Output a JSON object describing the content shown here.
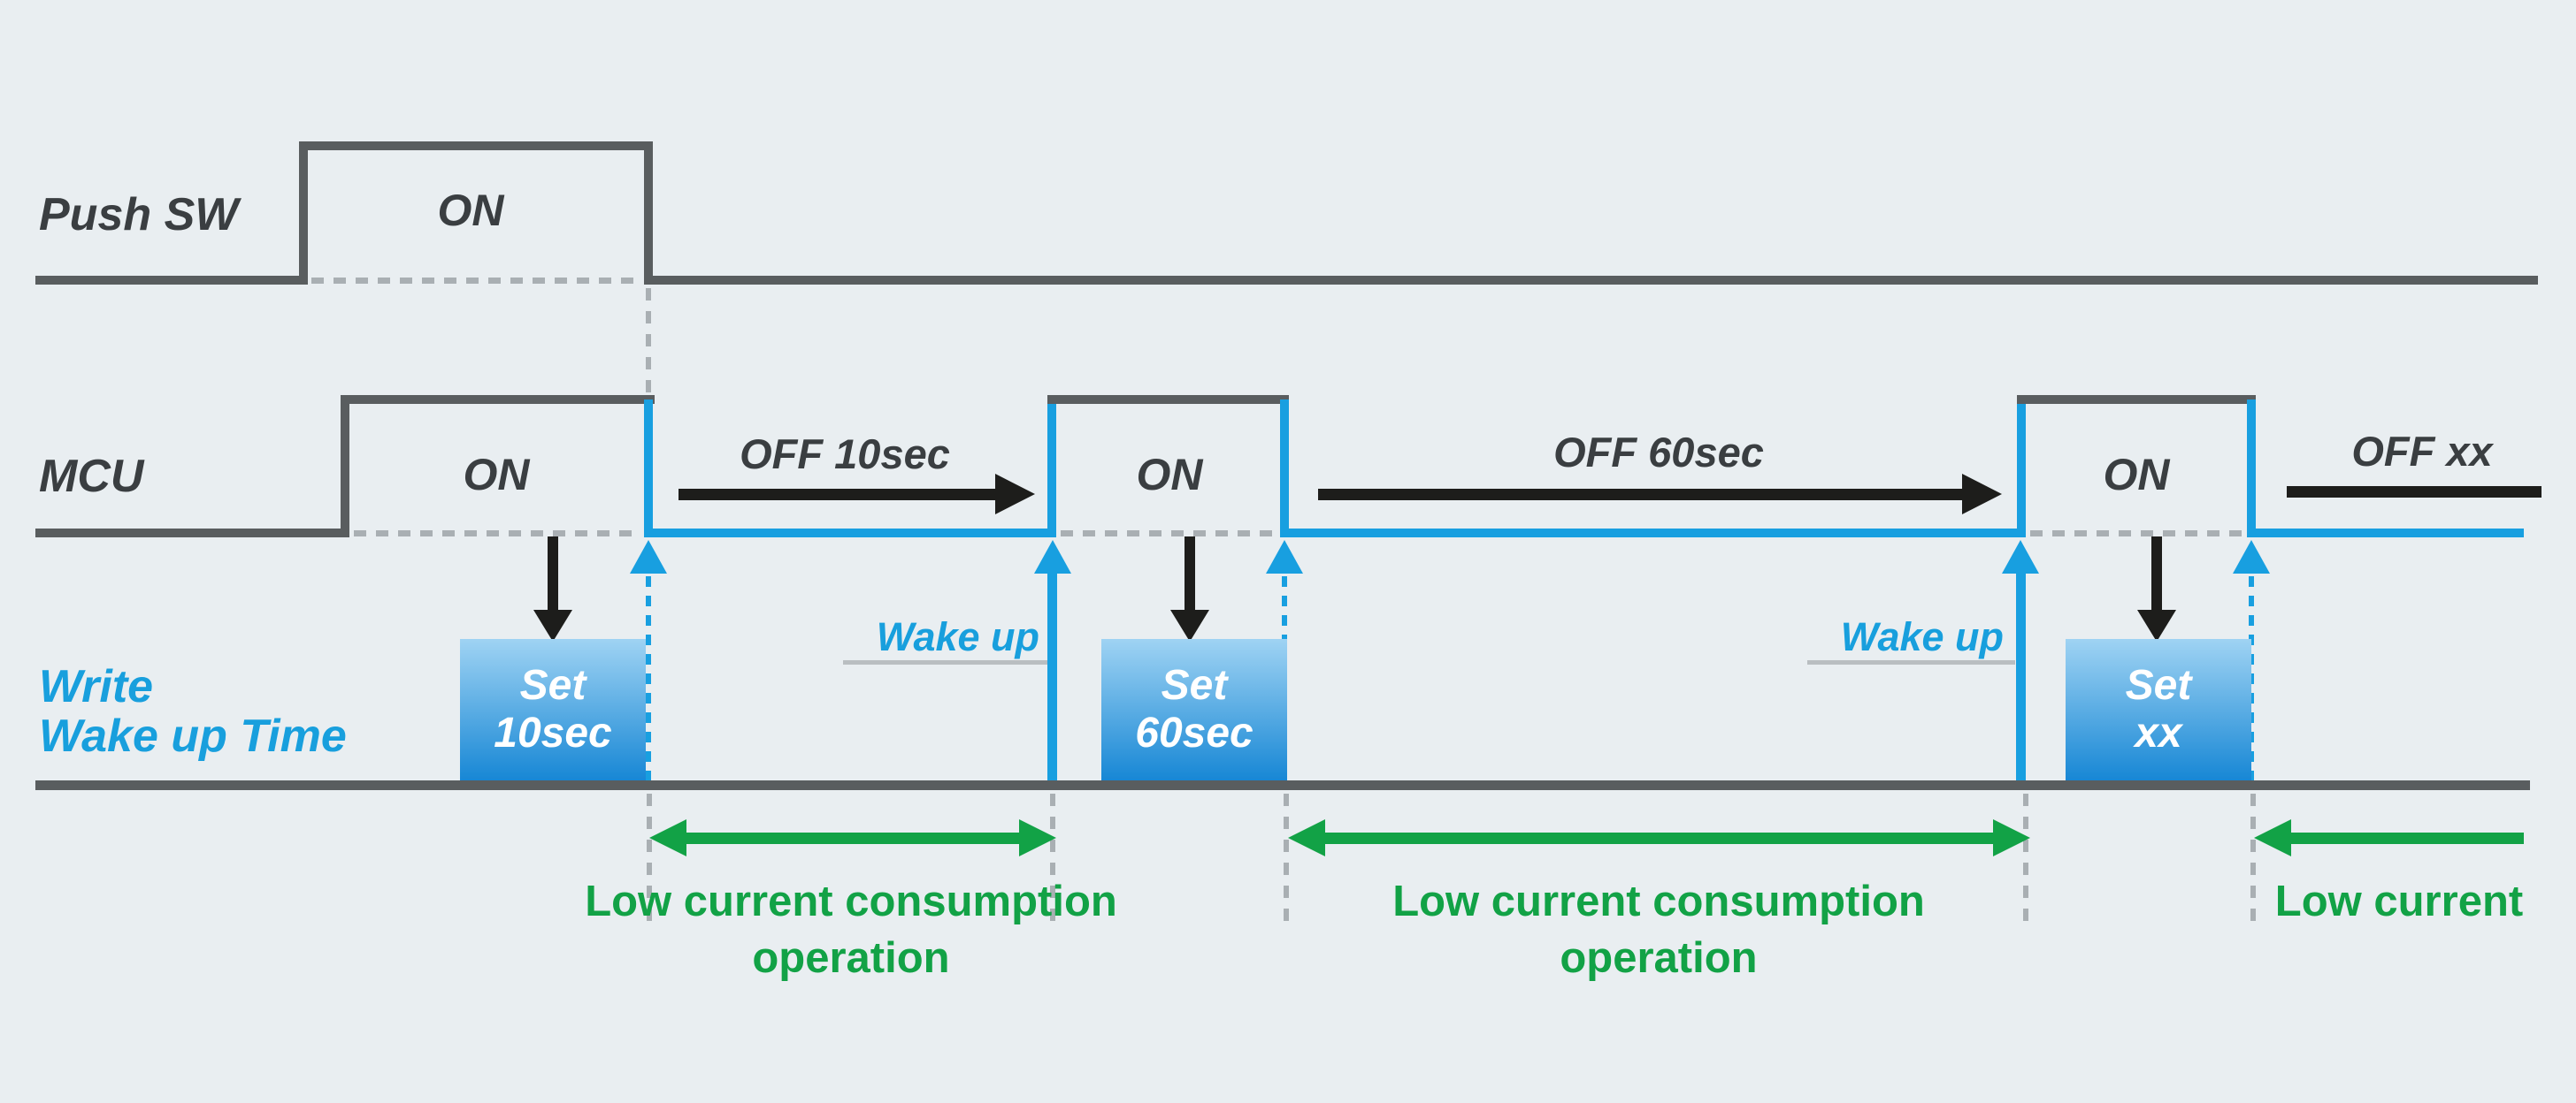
{
  "colors": {
    "background": "#e9eef1",
    "signal_gray": "#595d5f",
    "label_dark": "#3a3e41",
    "blue": "#189fe0",
    "blue_text": "#189fdd",
    "box_top": "#9fd3f3",
    "box_bottom": "#1787d5",
    "dash_gray": "#a9afb3",
    "underline_gray": "#b9bec1",
    "green": "#12a246",
    "black": "#1d1d1b"
  },
  "signals": {
    "push_sw": {
      "label": "Push SW",
      "on": "ON"
    },
    "mcu": {
      "label": "MCU",
      "on1": "ON",
      "on2": "ON",
      "on3": "ON"
    },
    "write_wakeup": {
      "line1": "Write",
      "line2": "Wake up Time"
    }
  },
  "annotations": {
    "off1": "OFF 10sec",
    "off2": "OFF 60sec",
    "off3": "OFF xx",
    "wake1": "Wake up",
    "wake2": "Wake up"
  },
  "set_boxes": [
    {
      "line1": "Set",
      "line2": "10sec"
    },
    {
      "line1": "Set",
      "line2": "60sec"
    },
    {
      "line1": "Set",
      "line2": "xx"
    }
  ],
  "green_notes": [
    {
      "line1": "Low current consumption",
      "line2": "operation"
    },
    {
      "line1": "Low current consumption",
      "line2": "operation"
    },
    {
      "line1": "Low current"
    }
  ]
}
